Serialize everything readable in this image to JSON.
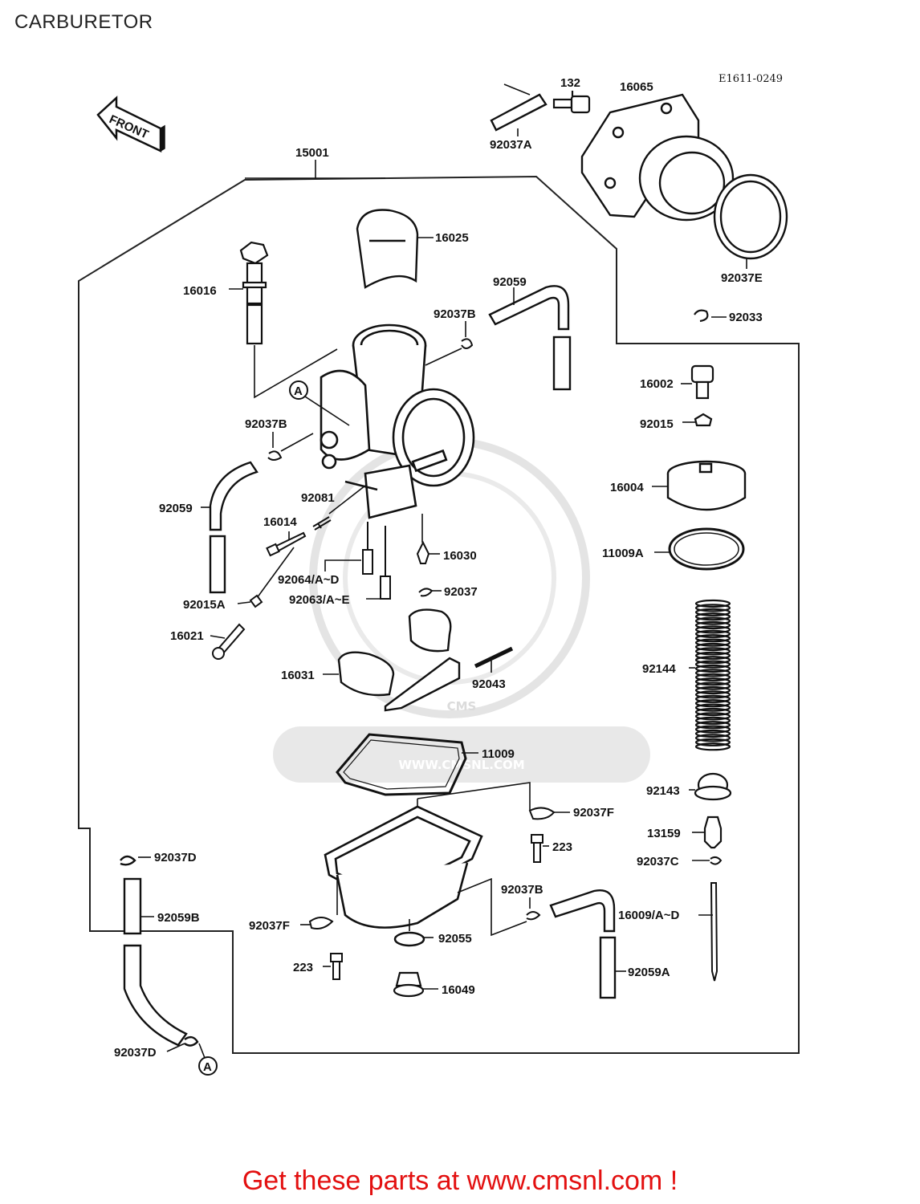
{
  "title": "CARBURETOR",
  "reference_code": "E1611-0249",
  "front_label": "FRONT",
  "watermark": {
    "brand": "CMS",
    "url": "WWW.CMSNL.COM"
  },
  "footer": "Get these parts at www.cmsnl.com !",
  "callout_marker": "A",
  "parts": [
    {
      "id": "p15001",
      "label": "15001"
    },
    {
      "id": "p132",
      "label": "132"
    },
    {
      "id": "p16065",
      "label": "16065"
    },
    {
      "id": "p92037A",
      "label": "92037A"
    },
    {
      "id": "p16025",
      "label": "16025"
    },
    {
      "id": "p16016",
      "label": "16016"
    },
    {
      "id": "p92059a",
      "label": "92059"
    },
    {
      "id": "p92037B1",
      "label": "92037B"
    },
    {
      "id": "p92037E",
      "label": "92037E"
    },
    {
      "id": "p92033",
      "label": "92033"
    },
    {
      "id": "p16002",
      "label": "16002"
    },
    {
      "id": "p92015",
      "label": "92015"
    },
    {
      "id": "p92037B2",
      "label": "92037B"
    },
    {
      "id": "p92081",
      "label": "92081"
    },
    {
      "id": "p92059b",
      "label": "92059"
    },
    {
      "id": "p16014",
      "label": "16014"
    },
    {
      "id": "p16004",
      "label": "16004"
    },
    {
      "id": "p16030",
      "label": "16030"
    },
    {
      "id": "p11009A",
      "label": "11009A"
    },
    {
      "id": "p92064",
      "label": "92064/A~D"
    },
    {
      "id": "p92063",
      "label": "92063/A~E"
    },
    {
      "id": "p92037",
      "label": "92037"
    },
    {
      "id": "p92015A",
      "label": "92015A"
    },
    {
      "id": "p16021",
      "label": "16021"
    },
    {
      "id": "p92144",
      "label": "92144"
    },
    {
      "id": "p16031",
      "label": "16031"
    },
    {
      "id": "p92043",
      "label": "92043"
    },
    {
      "id": "p11009",
      "label": "11009"
    },
    {
      "id": "p92143",
      "label": "92143"
    },
    {
      "id": "p92037F1",
      "label": "92037F"
    },
    {
      "id": "p13159",
      "label": "13159"
    },
    {
      "id": "p223a",
      "label": "223"
    },
    {
      "id": "p92037D1",
      "label": "92037D"
    },
    {
      "id": "p92037C",
      "label": "92037C"
    },
    {
      "id": "p92037B3",
      "label": "92037B"
    },
    {
      "id": "p92059B",
      "label": "92059B"
    },
    {
      "id": "p16009",
      "label": "16009/A~D"
    },
    {
      "id": "p92037F2",
      "label": "92037F"
    },
    {
      "id": "p92055",
      "label": "92055"
    },
    {
      "id": "p223b",
      "label": "223"
    },
    {
      "id": "p92059A",
      "label": "92059A"
    },
    {
      "id": "p16049",
      "label": "16049"
    },
    {
      "id": "p92037D2",
      "label": "92037D"
    }
  ]
}
